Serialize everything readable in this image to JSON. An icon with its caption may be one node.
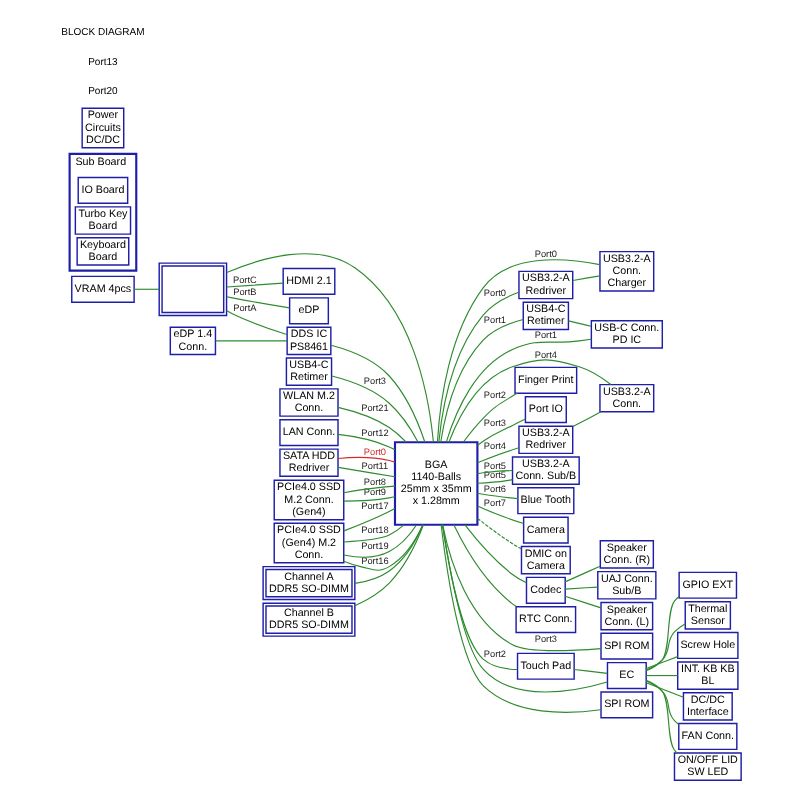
{
  "diagram": {
    "nodes": [
      {
        "text": [
          "VRAM 4pcs"
        ]
      },
      {
        "text": [],
        "shape": "box"
      },
      {
        "text": [
          "HDMI 2.1"
        ]
      },
      {
        "text": [
          "eDP"
        ]
      },
      {
        "text": [
          "eDP 1.4 Conn."
        ]
      },
      {
        "text": [
          "DDS IC PS8461"
        ]
      },
      {
        "text": [
          "USB4-C Retimer"
        ]
      },
      {
        "text": [
          "WLAN M.2 Conn."
        ]
      },
      {
        "text": [
          "LAN Conn."
        ]
      },
      {
        "text": [
          "SATA HDD Redriver"
        ]
      },
      {
        "text": [
          "PCIe4.0 SSD M.2 Conn. (Gen4)"
        ]
      },
      {
        "text": [
          "PCIe4.0 SSD (Gen4) M.2 Conn."
        ]
      },
      {
        "text": [
          "BGA 1140-Balls 25mm x 35mm x 1.28mm"
        ]
      },
      {
        "text": [
          "Channel A",
          "DDR5 SO-DIMM"
        ]
      },
      {
        "text": [
          "Channel B",
          "DDR5 SO-DIMM"
        ]
      },
      {
        "text": [
          "USB3.2-A Redriver"
        ]
      },
      {
        "text": [
          "USB4-C Retimer"
        ]
      },
      {
        "text": [
          "USB3.2-A Redriver"
        ]
      },
      {
        "text": [
          "USB3.2-A Conn. Charger"
        ]
      },
      {
        "text": [
          "USB-C Conn. PD IC"
        ]
      },
      {
        "text": [
          "Finger Print"
        ]
      },
      {
        "text": [
          "Port IO"
        ]
      },
      {
        "text": [
          "USB3.2-A Conn."
        ]
      },
      {
        "text": [
          "USB3.2-A Conn. Sub/B"
        ]
      },
      {
        "text": [
          "Blue Tooth"
        ]
      },
      {
        "text": [
          "Camera"
        ]
      },
      {
        "text": [
          "DMIC on Camera"
        ]
      },
      {
        "text": [
          "Codec"
        ]
      },
      {
        "text": [
          "UAJ Conn. Sub/B"
        ]
      },
      {
        "text": [
          "Speaker Conn. (L)"
        ]
      },
      {
        "text": [
          "Speaker Conn. (R)"
        ]
      },
      {
        "text": [
          "RTC Conn."
        ]
      },
      {
        "text": [
          "Touch Pad"
        ]
      },
      {
        "text": [
          "SPI ROM"
        ]
      },
      {
        "text": [
          "EC"
        ]
      },
      {
        "text": [
          "SPI ROM"
        ]
      },
      {
        "text": [
          "GPIO EXT"
        ]
      },
      {
        "text": [
          "Thermal Sensor"
        ]
      },
      {
        "text": [
          "Screw Hole"
        ]
      },
      {
        "text": [
          "INT. KB KB BL"
        ]
      },
      {
        "text": [
          "DC/DC Interface"
        ]
      },
      {
        "text": [
          "FAN Conn."
        ]
      },
      {
        "text": [
          "ON/OFF LID SW LED"
        ]
      },
      {
        "text": [
          "Sub Board"
        ]
      },
      {
        "text": [
          "IO Board"
        ],
        "in": 43
      },
      {
        "text": [
          "Turbo Key Board"
        ],
        "in": 43
      },
      {
        "text": [
          "Keyboard Board"
        ],
        "in": 43
      },
      {
        "text": [
          "Power Circuits DC/DC"
        ]
      }
    ],
    "edges": [
      {
        "from": 0,
        "to": 1,
        "arrow": "none"
      },
      {
        "from": 1,
        "to": 12,
        "arrow": "none"
      },
      {
        "from": 1,
        "to": 5,
        "arrow": "none",
        "label": "PortA"
      },
      {
        "from": 1,
        "to": 2,
        "arrow": "none",
        "label": "PortC"
      },
      {
        "from": 1,
        "to": 3,
        "arrow": "none",
        "label": "PortB"
      },
      {
        "from": 4,
        "to": 5,
        "arrow": "none"
      },
      {
        "from": 5,
        "to": 12,
        "arrow": "none"
      },
      {
        "from": 6,
        "to": 12,
        "arrow": "none",
        "label": "Port3"
      },
      {
        "from": 13,
        "to": 12,
        "arrow": "none"
      },
      {
        "from": 14,
        "to": 12,
        "arrow": "none"
      },
      {
        "from": 7,
        "to": 12,
        "arrow": "none",
        "label": "Port21"
      },
      {
        "from": 8,
        "to": 12,
        "arrow": "none",
        "label": "Port12"
      },
      {
        "from": 9,
        "to": 12,
        "arrow": "none",
        "label": "Port11"
      },
      {
        "from": 9,
        "to": 12,
        "arrow": "none",
        "label": "Port0",
        "color": "#d42a2a"
      },
      {
        "from": 10,
        "to": 12,
        "arrow": "none",
        "label": "Port9"
      },
      {
        "from": 10,
        "to": 12,
        "arrow": "none",
        "label": "Port8"
      },
      {
        "from": 11,
        "to": 12,
        "arrow": "none",
        "label": "Port16"
      },
      {
        "from": 11,
        "to": 12,
        "arrow": "none",
        "label": "Port17"
      },
      {
        "from": 11,
        "to": 12,
        "arrow": "none",
        "label": "Port18"
      },
      {
        "from": 11,
        "to": 12,
        "arrow": "none",
        "label": "Port19"
      },
      {
        "from": 12,
        "to": 15,
        "arrow": "none",
        "label": "Port0"
      },
      {
        "from": 12,
        "to": 16,
        "arrow": "none",
        "label": "Port1"
      },
      {
        "from": 12,
        "to": 17,
        "arrow": "none",
        "label": "Port4"
      },
      {
        "from": 12,
        "to": 23,
        "arrow": "none",
        "label": "Port5"
      },
      {
        "from": 15,
        "to": 18,
        "arrow": "none"
      },
      {
        "from": 16,
        "to": 19,
        "arrow": "none"
      },
      {
        "from": 17,
        "to": 22,
        "arrow": "none"
      },
      {
        "from": 12,
        "to": 18,
        "arrow": "none",
        "label": "Port0"
      },
      {
        "from": 12,
        "to": 19,
        "arrow": "none",
        "label": "Port1"
      },
      {
        "from": 12,
        "to": 20,
        "arrow": "none",
        "label": "Port2"
      },
      {
        "from": 12,
        "to": 21,
        "arrow": "none",
        "label": "Port3"
      },
      {
        "from": 12,
        "to": 22,
        "arrow": "none",
        "label": "Port4"
      },
      {
        "from": 12,
        "to": 23,
        "arrow": "none",
        "label": "Port5"
      },
      {
        "from": 12,
        "to": 24,
        "arrow": "none",
        "label": "Port6"
      },
      {
        "from": 12,
        "to": 25,
        "arrow": "none",
        "label": "Port7"
      },
      {
        "from": 12,
        "to": 31,
        "arrow": "none"
      },
      {
        "from": 12,
        "to": 32,
        "arrow": "none",
        "label": "Port2"
      },
      {
        "from": 12,
        "to": 33,
        "arrow": "none",
        "label": "Port3"
      },
      {
        "from": 32,
        "to": 34,
        "arrow": "none"
      },
      {
        "from": 12,
        "to": 34,
        "arrow": "none"
      },
      {
        "from": 12,
        "to": 35,
        "arrow": "none"
      },
      {
        "from": 12,
        "to": 27,
        "arrow": "none"
      },
      {
        "from": 12,
        "to": 26,
        "arrow": "none",
        "style": "dashed"
      },
      {
        "from": 27,
        "to": 28,
        "arrow": "none"
      },
      {
        "from": 27,
        "to": 29,
        "arrow": "none"
      },
      {
        "from": 27,
        "to": 30,
        "arrow": "none"
      },
      {
        "from": 34,
        "to": 36,
        "arrow": "none"
      },
      {
        "from": 34,
        "to": 37,
        "arrow": "none"
      },
      {
        "from": 34,
        "to": 38,
        "arrow": "none"
      },
      {
        "from": 34,
        "to": 39,
        "arrow": "none"
      },
      {
        "from": 34,
        "to": 40,
        "arrow": "none"
      },
      {
        "from": 34,
        "to": 41,
        "arrow": "none"
      },
      {
        "from": 34,
        "to": 42,
        "arrow": "none"
      }
    ],
    "labels": [
      "Port20",
      "Port13",
      "BLOCK DIAGRAM"
    ]
  }
}
